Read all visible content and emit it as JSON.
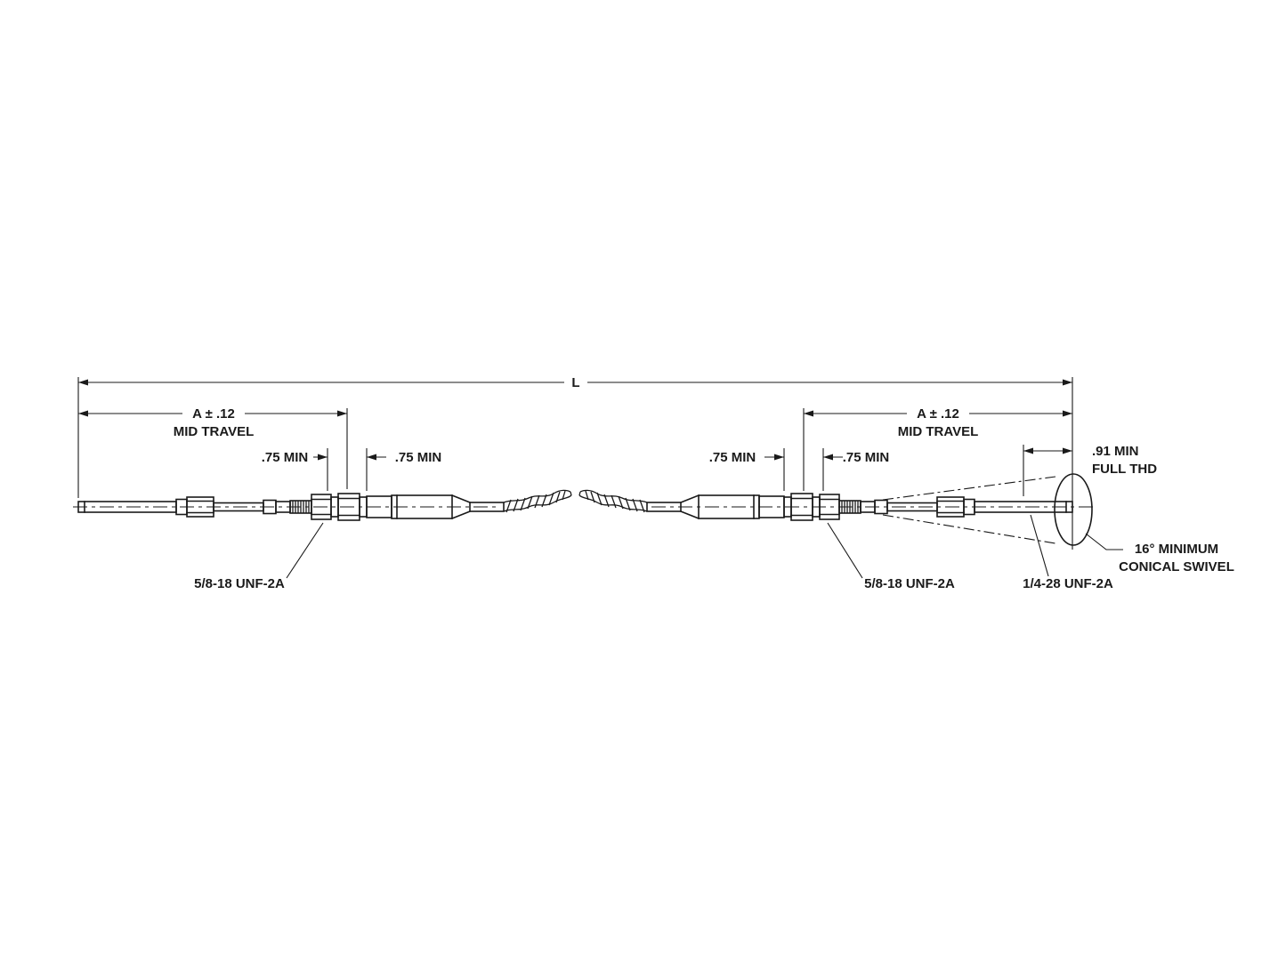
{
  "drawing": {
    "overall_length": {
      "label": "L"
    },
    "left_end": {
      "mid_travel": {
        "line1": "A ± .12",
        "line2": "MID TRAVEL"
      },
      "thread_min_outer": ".75 MIN",
      "thread_min_inner": ".75 MIN",
      "bulkhead_thread": "5/8-18 UNF-2A"
    },
    "right_end": {
      "mid_travel": {
        "line1": "A ± .12",
        "line2": "MID TRAVEL"
      },
      "thread_min_outer": ".75 MIN",
      "thread_min_inner": ".75 MIN",
      "bulkhead_thread": "5/8-18 UNF-2A",
      "rod_thread": "1/4-28 UNF-2A",
      "full_thread": {
        "line1": ".91 MIN",
        "line2": "FULL THD"
      },
      "swivel": {
        "line1": "16° MINIMUM",
        "line2": "CONICAL SWIVEL"
      }
    },
    "colors": {
      "line": "#1a1a1a",
      "background": "#ffffff"
    }
  }
}
